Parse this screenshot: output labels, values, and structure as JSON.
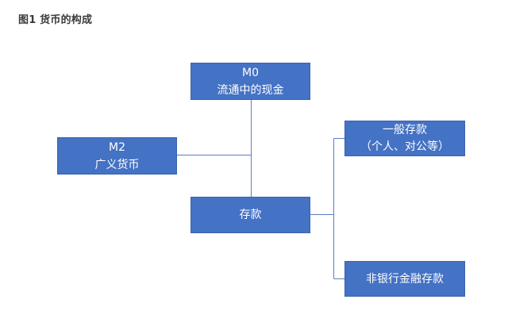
{
  "caption": "图1 货币的构成",
  "colors": {
    "box_fill": "#4472c4",
    "box_text": "#ffffff",
    "line": "#5b7fc0"
  },
  "nodes": {
    "m0": {
      "line1": "M0",
      "line2": "流通中的现金"
    },
    "m2": {
      "line1": "M2",
      "line2": "广义货币"
    },
    "deposits": {
      "label": "存款"
    },
    "general_deposits": {
      "line1": "一般存款",
      "line2": "（个人、对公等）"
    },
    "non_bank_deposits": {
      "label": "非银行金融存款"
    }
  }
}
